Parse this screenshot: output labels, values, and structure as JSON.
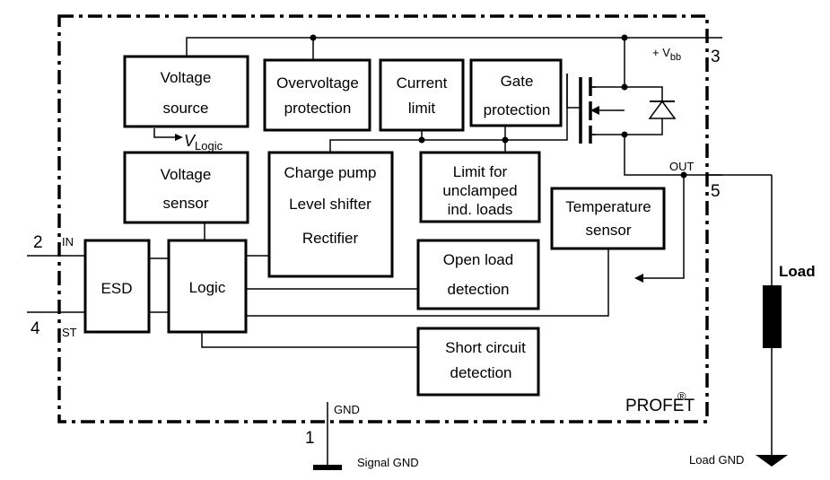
{
  "blocks": {
    "voltage_source": [
      "Voltage",
      "source"
    ],
    "overvoltage": [
      "Overvoltage",
      "protection"
    ],
    "current_limit": [
      "Current",
      "limit"
    ],
    "gate_protection": [
      "Gate",
      "protection"
    ],
    "voltage_sensor": [
      "Voltage",
      "sensor"
    ],
    "charge_pump": [
      "Charge pump",
      "Level shifter",
      "Rectifier"
    ],
    "limit_unclamped": [
      "Limit for",
      "unclamped",
      "ind. loads"
    ],
    "temperature_sensor": [
      "Temperature",
      "sensor"
    ],
    "esd": "ESD",
    "logic": "Logic",
    "open_load": [
      "Open load",
      "detection"
    ],
    "short_circuit": [
      "Short circuit",
      "detection"
    ]
  },
  "vlogic": {
    "main": "V",
    "sub": "Logic"
  },
  "pins": {
    "in": {
      "number": "2",
      "name": "IN"
    },
    "st": {
      "number": "4",
      "name": "ST"
    },
    "vbb": {
      "number": "3",
      "prefix": "+ V",
      "sub": "bb"
    },
    "out": {
      "number": "5",
      "name": "OUT"
    },
    "gnd": {
      "number": "1",
      "name": "GND"
    }
  },
  "brand": {
    "name": "PROFET",
    "mark": "®"
  },
  "labels": {
    "signal_gnd": "Signal GND",
    "load": "Load",
    "load_gnd": "Load GND"
  }
}
